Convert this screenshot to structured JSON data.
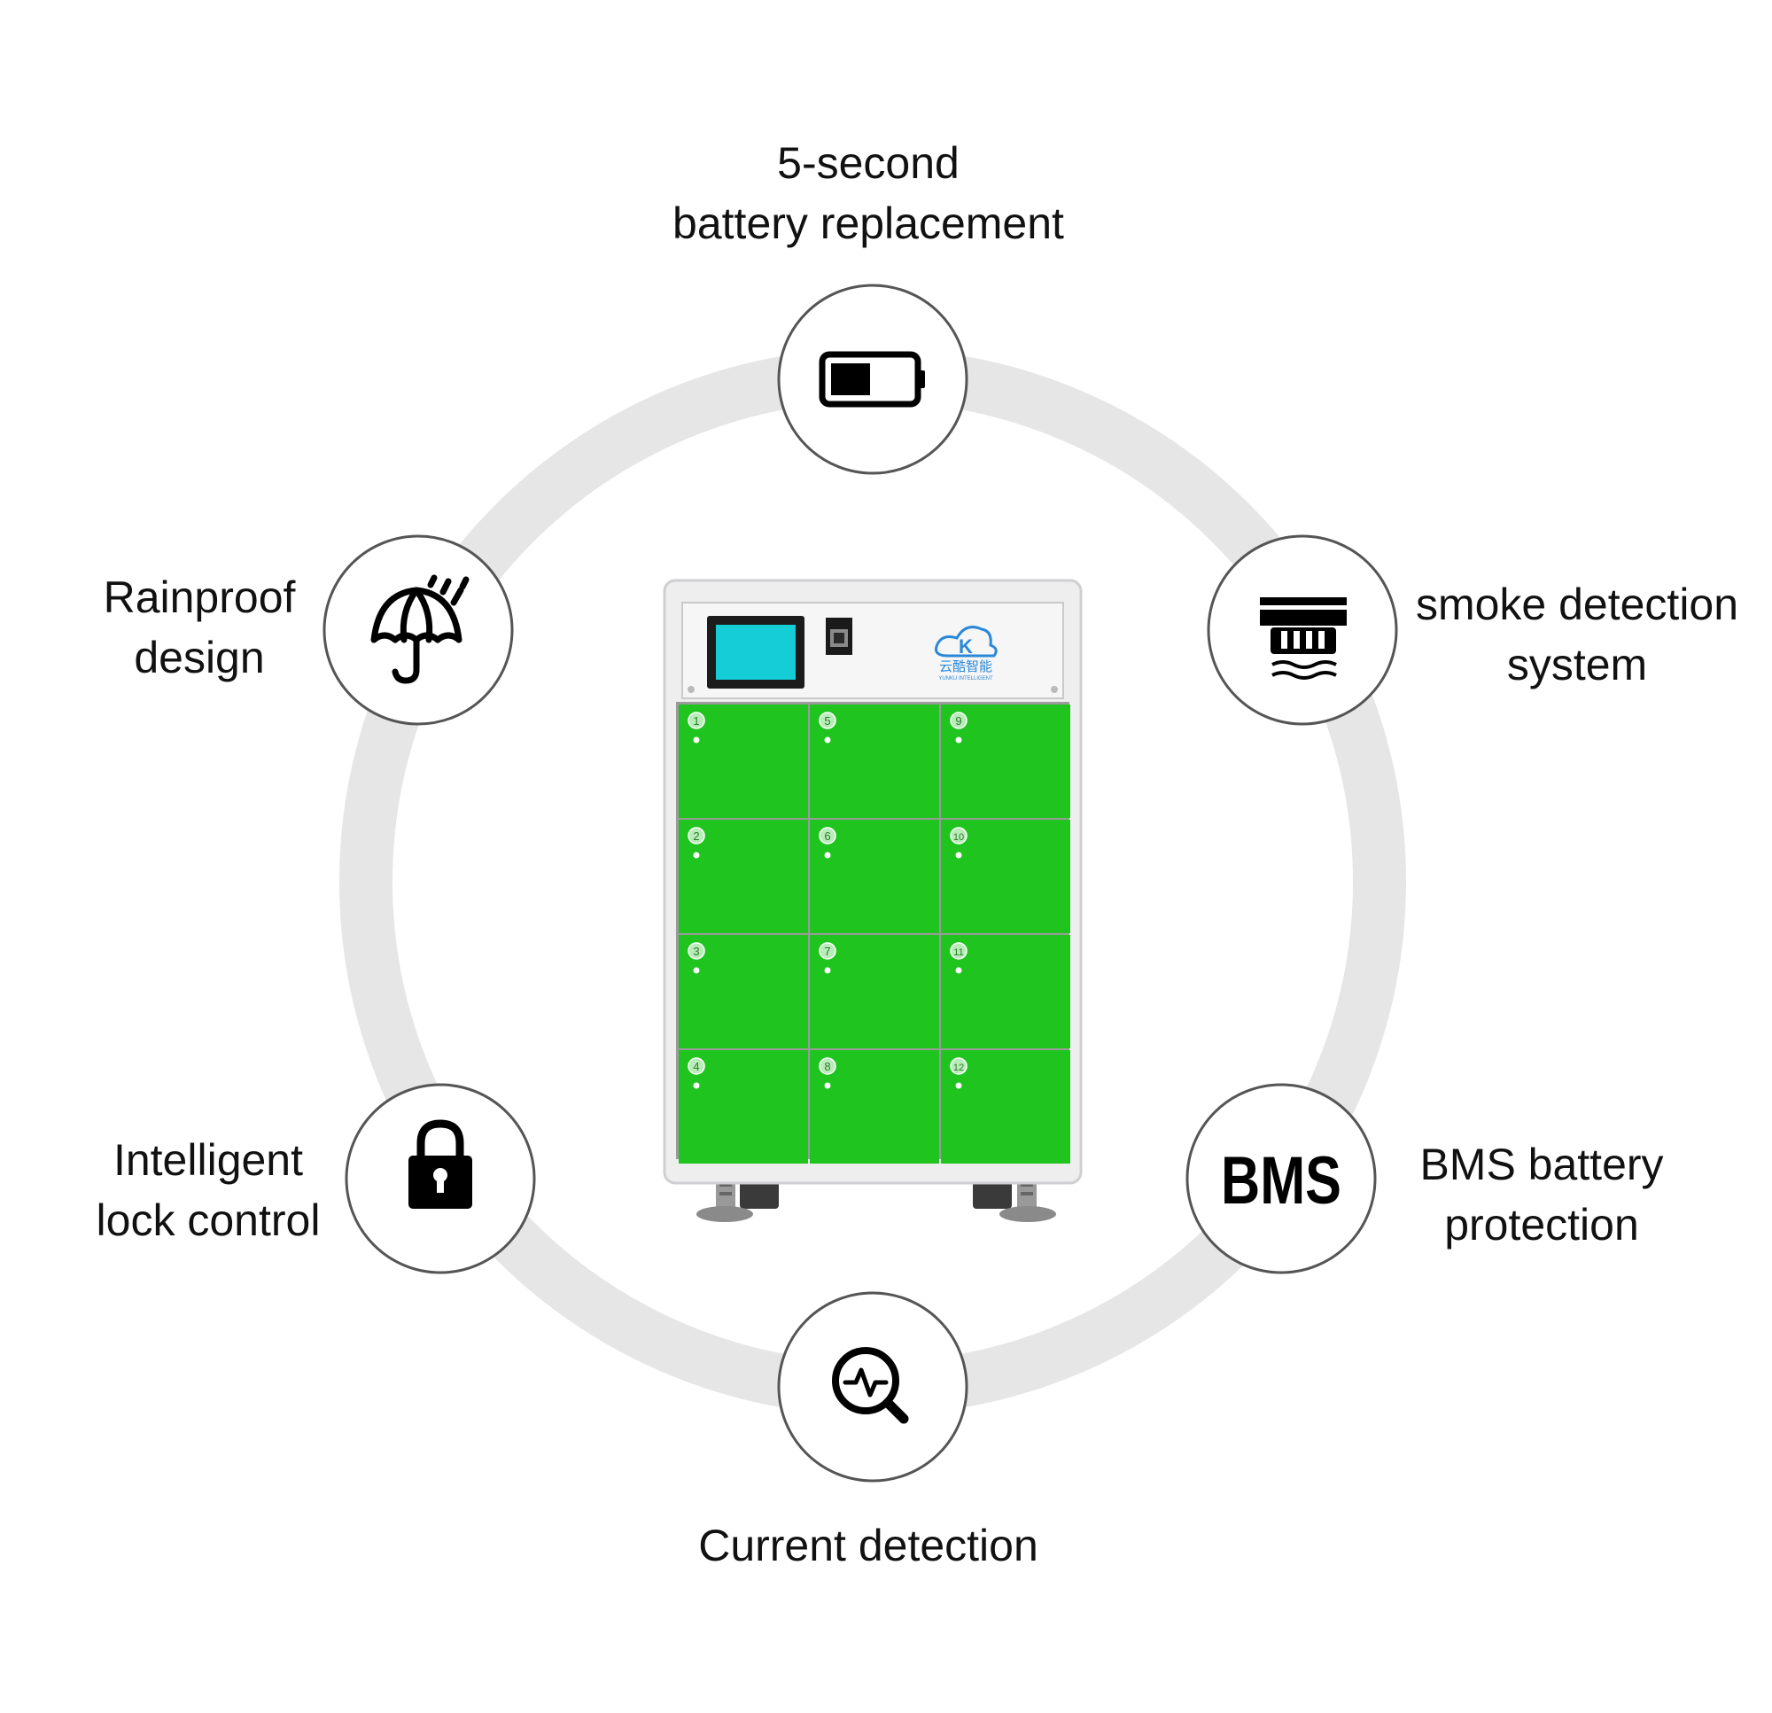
{
  "features": {
    "battery_replacement": {
      "line1": "5-second",
      "line2": "battery replacement",
      "icon": "battery-icon"
    },
    "rainproof": {
      "line1": "Rainproof",
      "line2": "design",
      "icon": "umbrella-rain-icon"
    },
    "smoke_detection": {
      "line1": "smoke detection",
      "line2": "system",
      "icon": "smoke-detector-icon"
    },
    "lock_control": {
      "line1": "Intelligent",
      "line2": "lock control",
      "icon": "padlock-icon"
    },
    "bms": {
      "line1": "BMS battery",
      "line2": "protection",
      "icon": "bms-icon",
      "icon_text": "BMS"
    },
    "current_detection": {
      "line1": "Current detection",
      "icon": "current-detection-icon"
    }
  },
  "cabinet": {
    "brand_cn": "云酷智能",
    "brand_en": "YUNKU INTELLIGENT",
    "logo_letter": "K",
    "compartments": [
      "1",
      "5",
      "9",
      "2",
      "6",
      "10",
      "3",
      "7",
      "11",
      "4",
      "8",
      "12"
    ]
  },
  "colors": {
    "ring": "#e6e6e6",
    "circle_border": "#555555",
    "compartment_green": "#1fc41f",
    "screen_cyan": "#14cdd6",
    "logo_blue": "#2a88d8"
  }
}
